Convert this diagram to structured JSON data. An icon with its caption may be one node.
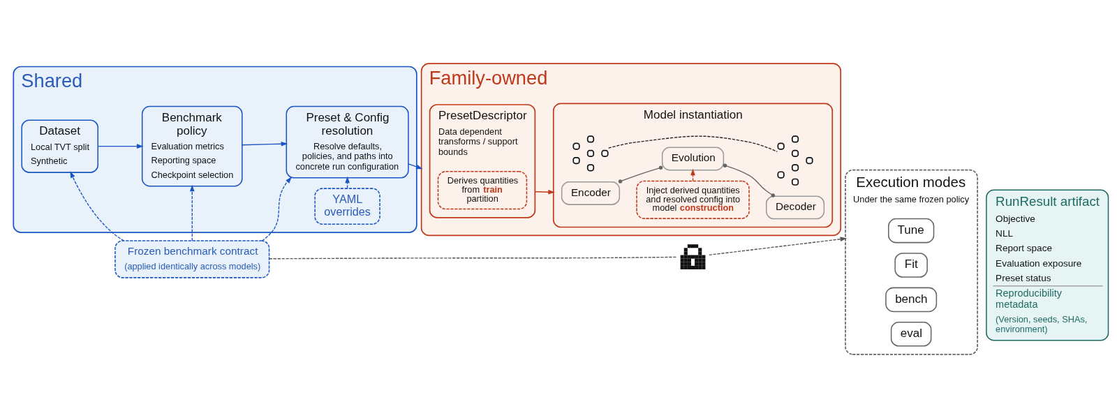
{
  "diagram": {
    "nodes": [
      {
        "text": [
          "Shared"
        ]
      },
      {
        "text": [
          "YAML overrides"
        ],
        "in": 0
      },
      {
        "text": [
          "Dataset",
          "Local TVT split",
          "Synthetic"
        ],
        "in": 0
      },
      {
        "text": [
          "Benchmark policy",
          "Evaluation metrics",
          "Reporting space",
          "Checkpoint selection"
        ],
        "in": 0
      },
      {
        "text": [
          "Preset & Config resolution",
          "Resolve defaults, policies, and paths into concrete run configuration"
        ],
        "in": 0
      },
      {
        "text": [
          "Family-owned"
        ]
      },
      {
        "text": [
          "PresetDescriptor",
          "Data dependent transforms / support bounds"
        ],
        "in": 5
      },
      {
        "text": [
          "Derives quantities from **train** partition"
        ],
        "in": 6
      },
      {
        "text": [
          "Model instantiation"
        ],
        "in": 5
      },
      {
        "text": [],
        "shape": "picture",
        "in": 8
      },
      {
        "text": [],
        "shape": "picture",
        "in": 8
      },
      {
        "text": [
          "Encoder"
        ],
        "in": 8
      },
      {
        "text": [
          "Evolution"
        ],
        "in": 8
      },
      {
        "text": [
          "Decoder"
        ],
        "in": 8
      },
      {
        "text": [
          "Inject derived quantities and resolved config into model **construction**"
        ],
        "in": 8
      },
      {
        "text": [
          "Execution modes",
          "Under the same frozen policy"
        ]
      },
      {
        "text": [
          "Tune"
        ],
        "in": 15
      },
      {
        "text": [
          "Fit"
        ],
        "in": 15
      },
      {
        "text": [
          "bench"
        ],
        "in": 15
      },
      {
        "text": [
          "eval"
        ],
        "in": 15
      },
      {
        "text": [
          "RunResult artifact",
          "Objective",
          "NLL",
          "Report space",
          "Evaluation exposure",
          "Preset status",
          "Reproducibility metadata",
          "(Version, seeds, SHAs, environment)"
        ]
      },
      {
        "text": [
          "Frozen benchmark contract",
          "(applied identically across models)"
        ]
      },
      {
        "text": [],
        "shape": "picture"
      }
    ],
    "edges": [
      {
        "from": 2,
        "to": 3,
        "arrow": "to"
      },
      {
        "from": 3,
        "to": 4,
        "arrow": "to"
      },
      {
        "from": 4,
        "to": 5,
        "arrow": "to"
      },
      {
        "from": 1,
        "to": 4,
        "arrow": "to",
        "style": "dashed"
      },
      {
        "from": 6,
        "to": 8,
        "arrow": "to",
        "color": "#c0391b"
      },
      {
        "from": 9,
        "to": 10,
        "arrow": "none",
        "style": "dashed",
        "color": "#222222"
      },
      {
        "from": 11,
        "to": 12,
        "arrow": "other",
        "color": "#666666"
      },
      {
        "from": 12,
        "to": 13,
        "arrow": "other",
        "color": "#666666"
      },
      {
        "from": 14,
        "to": 12,
        "arrow": "to",
        "style": "dashed",
        "color": "#c0391b"
      },
      {
        "from": 21,
        "to": 2,
        "arrow": "to",
        "style": "dashed"
      },
      {
        "from": 21,
        "to": 3,
        "arrow": "to",
        "style": "dashed"
      },
      {
        "from": 21,
        "to": 4,
        "arrow": "to",
        "style": "dashed"
      },
      {
        "from": 21,
        "to": 22,
        "arrow": "none",
        "style": "dashed",
        "color": "#555555"
      },
      {
        "from": 22,
        "to": 15,
        "arrow": "to",
        "style": "dashed",
        "color": "#555555"
      }
    ]
  }
}
